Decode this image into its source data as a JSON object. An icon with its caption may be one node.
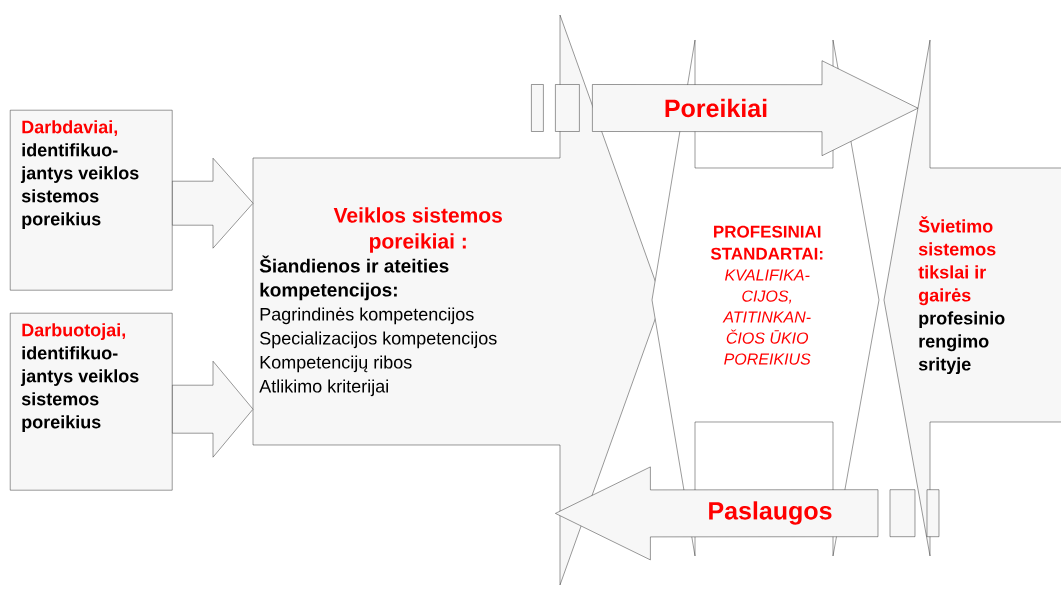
{
  "diagram": {
    "nodes": [
      {
        "text": [
          "Darbdaviai,",
          "identifikuo-jantys veiklos sistemos poreikius"
        ]
      },
      {
        "text": [
          "Darbuotojai,",
          "identifikuo-jantys veiklos sistemos poreikius"
        ]
      },
      {
        "text": [
          "Veiklos sistemos poreikiai :",
          "Šiandienos ir ateities kompetencijos:",
          "Pagrindinės kompetencijos",
          "Specializacijos kompetencijos",
          "Kompetencijų ribos",
          "Atlikimo kriterijai"
        ]
      },
      {
        "text": [
          "PROFESINIAI STANDARTAI:",
          "KVALIFIKA-CIJOS, ATITINKAN-ČIOS ŪKIO POREIKIUS"
        ]
      },
      {
        "text": [
          "Švietimo sistemos tikslai ir gairės",
          "profesinio rengimo srityje"
        ]
      }
    ],
    "edges": [
      {
        "from": 0,
        "to": 2,
        "arrow": "to"
      },
      {
        "from": 1,
        "to": 2,
        "arrow": "to"
      },
      {
        "from": 2,
        "to": 4,
        "arrow": "to",
        "label": "Poreikiai"
      },
      {
        "from": 4,
        "to": 2,
        "arrow": "to",
        "label": "Paslaugos"
      }
    ]
  }
}
